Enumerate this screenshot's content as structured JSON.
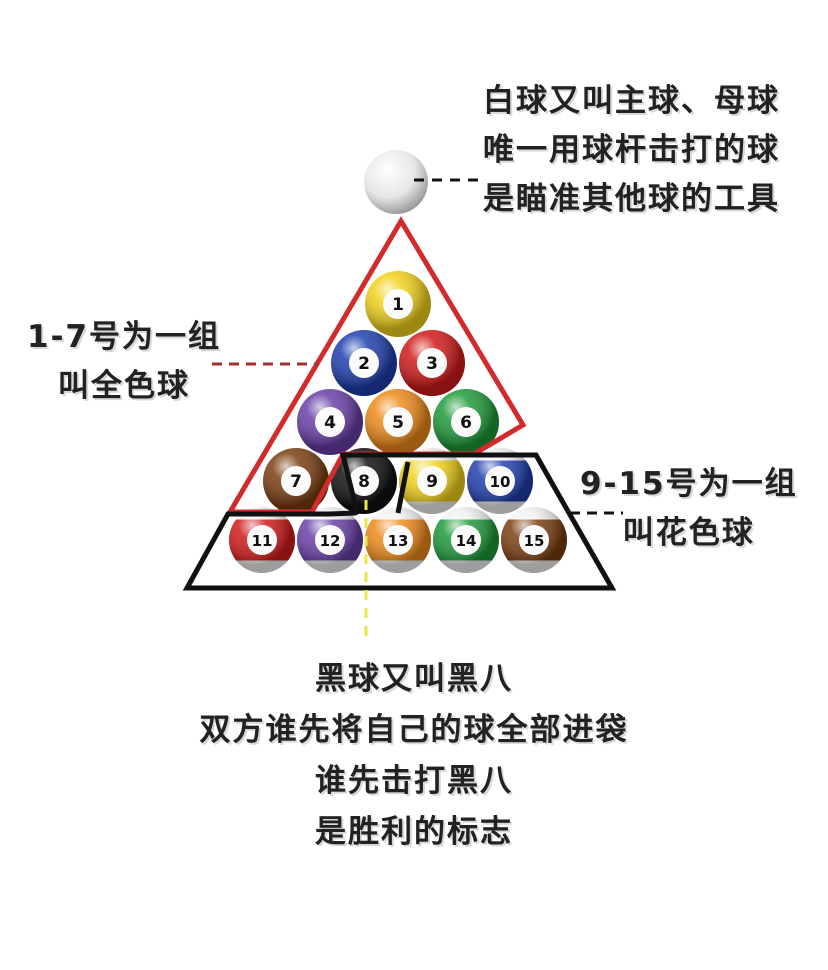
{
  "cue_ball_caption": {
    "lines": [
      "白球又叫主球、母球",
      "唯一用球杆击打的球",
      "是瞄准其他球的工具"
    ]
  },
  "solids_caption": {
    "lines": [
      "1-7号为一组",
      "叫全色球"
    ]
  },
  "stripes_caption": {
    "lines": [
      "9-15号为一组",
      "叫花色球"
    ]
  },
  "eight_ball_caption": {
    "lines": [
      "黑球又叫黑八",
      "双方谁先将自己的球全部进袋",
      "谁先击打黑八",
      "是胜利的标志"
    ]
  },
  "balls": [
    {
      "number": "1",
      "color": "#f2d21b",
      "type": "solid"
    },
    {
      "number": "2",
      "color": "#1f3fae",
      "type": "solid"
    },
    {
      "number": "3",
      "color": "#d11a1a",
      "type": "solid"
    },
    {
      "number": "4",
      "color": "#6a3fa8",
      "type": "solid"
    },
    {
      "number": "5",
      "color": "#ee8a1a",
      "type": "solid"
    },
    {
      "number": "6",
      "color": "#1f9a3a",
      "type": "solid"
    },
    {
      "number": "7",
      "color": "#7a3e12",
      "type": "solid"
    },
    {
      "number": "8",
      "color": "#111111",
      "type": "eight"
    },
    {
      "number": "9",
      "color": "#f2d21b",
      "type": "stripe"
    },
    {
      "number": "10",
      "color": "#1f3fae",
      "type": "stripe"
    },
    {
      "number": "11",
      "color": "#d11a1a",
      "type": "stripe"
    },
    {
      "number": "12",
      "color": "#6a3fa8",
      "type": "stripe"
    },
    {
      "number": "13",
      "color": "#ee8a1a",
      "type": "stripe"
    },
    {
      "number": "14",
      "color": "#1f9a3a",
      "type": "stripe"
    },
    {
      "number": "15",
      "color": "#7a3e12",
      "type": "stripe"
    }
  ],
  "colors": {
    "solids_outline": "#d22b2b",
    "stripes_outline": "#111111",
    "solids_leader": "#a0312c",
    "eight_leader": "#e8e84a",
    "cue_ball": "#f4f4f4"
  }
}
